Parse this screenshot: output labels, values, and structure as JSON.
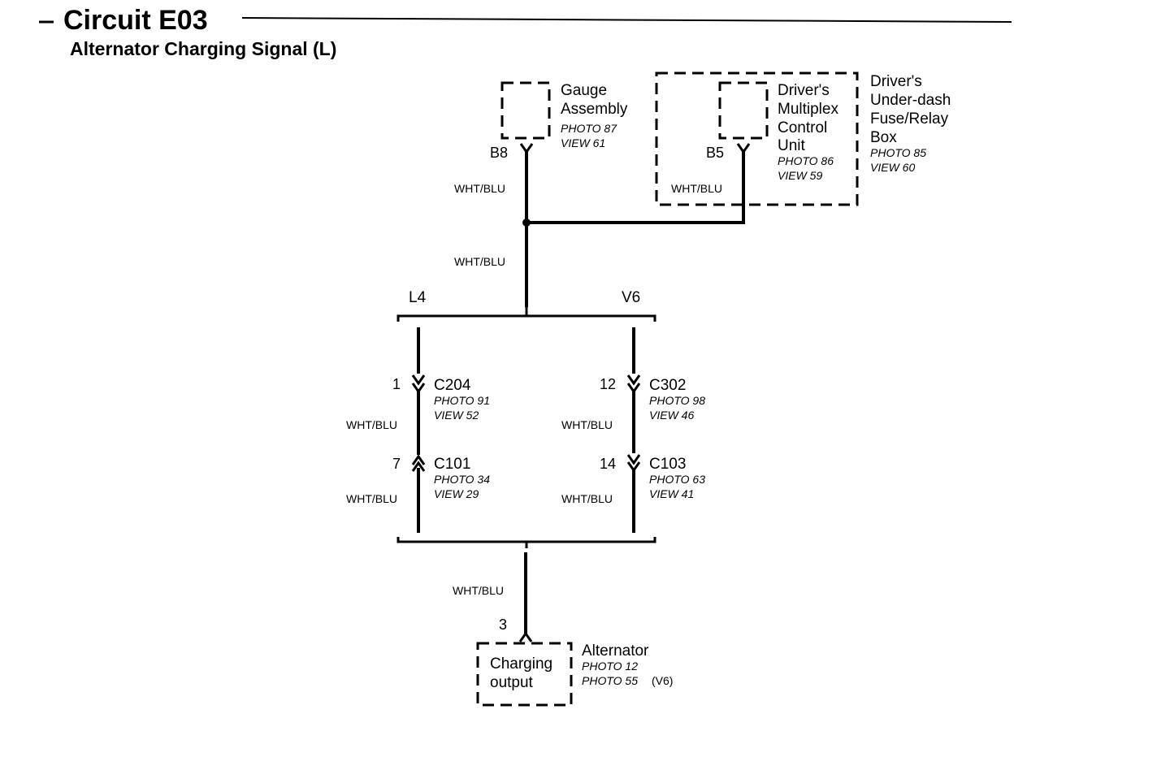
{
  "header": {
    "circuit_title": "Circuit E03",
    "subtitle": "Alternator Charging Signal (L)"
  },
  "components": {
    "gauge": {
      "name_line1": "Gauge",
      "name_line2": "Assembly",
      "photo": "PHOTO 87",
      "view": "VIEW 61",
      "pin": "B8"
    },
    "mcu": {
      "name_line1": "Driver's",
      "name_line2": "Multiplex",
      "name_line3": "Control",
      "name_line4": "Unit",
      "photo": "PHOTO 86",
      "view": "VIEW 59",
      "pin": "B5"
    },
    "fusebox": {
      "name_line1": "Driver's",
      "name_line2": "Under-dash",
      "name_line3": "Fuse/Relay",
      "name_line4": "Box",
      "photo": "PHOTO 85",
      "view": "VIEW 60"
    },
    "alternator": {
      "name": "Alternator",
      "inner_line1": "Charging",
      "inner_line2": "output",
      "photo1": "PHOTO 12",
      "photo2": "PHOTO 55",
      "photo2_suffix": "(V6)",
      "pin": "3"
    }
  },
  "wires": {
    "gauge_wire": "WHT/BLU",
    "mcu_wire": "WHT/BLU",
    "main_wire": "WHT/BLU",
    "l4_upper": "WHT/BLU",
    "l4_lower": "WHT/BLU",
    "v6_upper": "WHT/BLU",
    "v6_lower": "WHT/BLU",
    "alt_wire": "WHT/BLU"
  },
  "variants": {
    "left": "L4",
    "right": "V6"
  },
  "connectors": {
    "c204": {
      "pin": "1",
      "name": "C204",
      "photo": "PHOTO 91",
      "view": "VIEW 52"
    },
    "c101": {
      "pin": "7",
      "name": "C101",
      "photo": "PHOTO 34",
      "view": "VIEW 29"
    },
    "c302": {
      "pin": "12",
      "name": "C302",
      "photo": "PHOTO 98",
      "view": "VIEW 46"
    },
    "c103": {
      "pin": "14",
      "name": "C103",
      "photo": "PHOTO 63",
      "view": "VIEW 41"
    }
  }
}
